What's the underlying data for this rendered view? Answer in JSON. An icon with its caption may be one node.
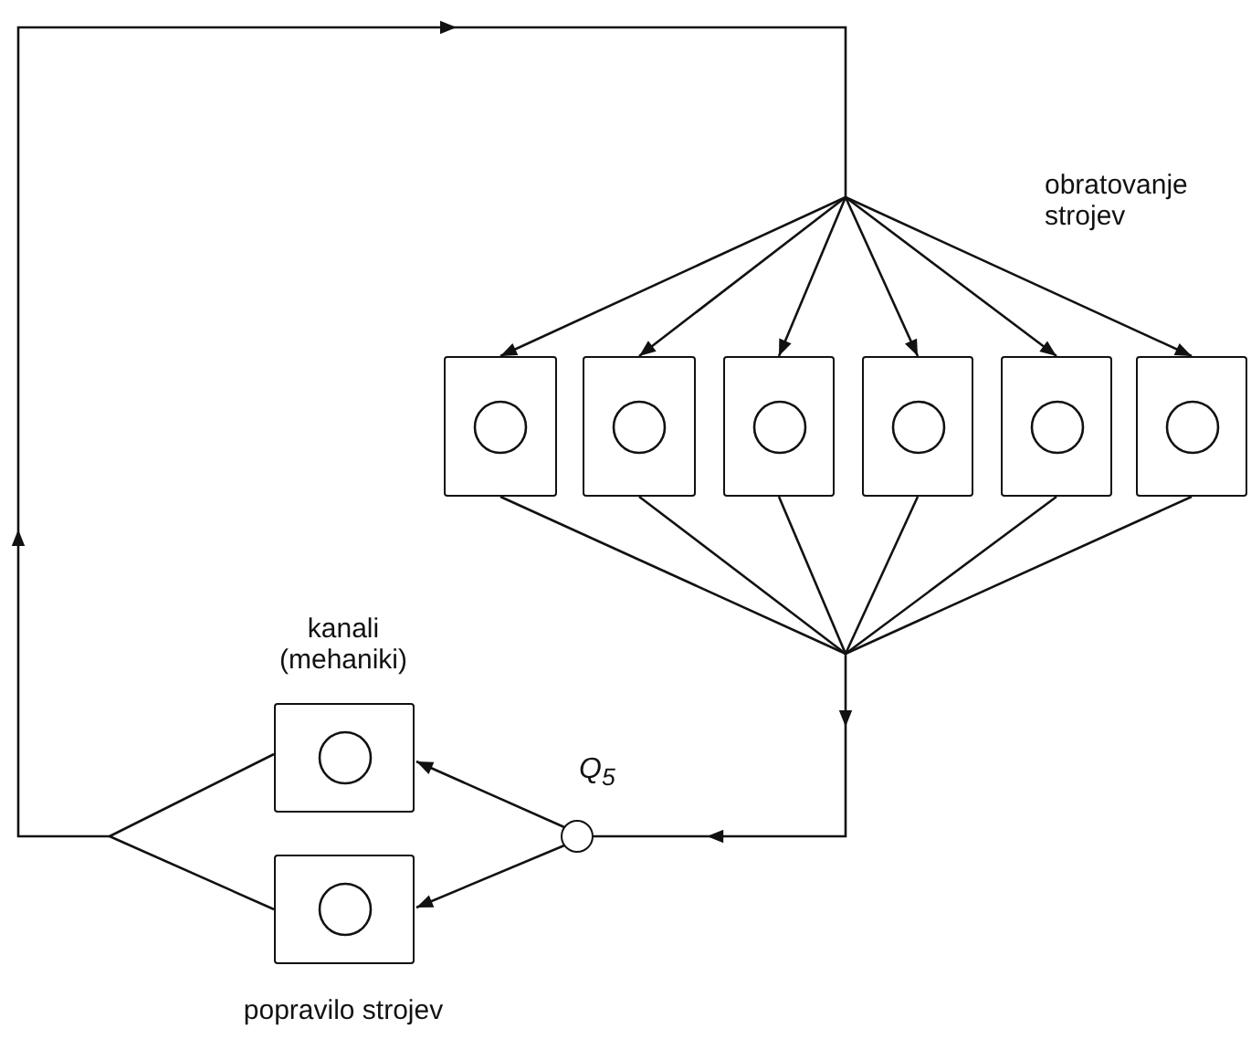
{
  "diagram": {
    "nodes": [
      {
        "text": [],
        "shape": "box"
      },
      {
        "text": [],
        "shape": "box"
      },
      {
        "text": [],
        "shape": "box"
      },
      {
        "text": [],
        "shape": "box"
      },
      {
        "text": [],
        "shape": "box"
      },
      {
        "text": [],
        "shape": "box"
      },
      {
        "text": [],
        "shape": "circle",
        "beside": [
          "Q$_{5}$"
        ]
      },
      {
        "text": [],
        "shape": "box"
      },
      {
        "text": [],
        "shape": "box"
      }
    ],
    "edges": [
      {
        "from": 0,
        "to": 6,
        "arrow": "to"
      },
      {
        "from": 1,
        "to": 6,
        "arrow": "to"
      },
      {
        "from": 2,
        "to": 6,
        "arrow": "to"
      },
      {
        "from": 3,
        "to": 6,
        "arrow": "to"
      },
      {
        "from": 4,
        "to": 6,
        "arrow": "to"
      },
      {
        "from": 5,
        "to": 6,
        "arrow": "to"
      },
      {
        "from": 6,
        "to": 7,
        "arrow": "to"
      },
      {
        "from": 6,
        "to": 8,
        "arrow": "to"
      },
      {
        "from": 7,
        "to": 0,
        "arrow": "to"
      },
      {
        "from": 7,
        "to": 1,
        "arrow": "to"
      },
      {
        "from": 7,
        "to": 2,
        "arrow": "to"
      },
      {
        "from": 7,
        "to": 3,
        "arrow": "to"
      },
      {
        "from": 7,
        "to": 4,
        "arrow": "to"
      },
      {
        "from": 7,
        "to": 5,
        "arrow": "to"
      },
      {
        "from": 8,
        "to": 0,
        "arrow": "to"
      },
      {
        "from": 8,
        "to": 1,
        "arrow": "to"
      },
      {
        "from": 8,
        "to": 2,
        "arrow": "to"
      },
      {
        "from": 8,
        "to": 3,
        "arrow": "to"
      },
      {
        "from": 8,
        "to": 4,
        "arrow": "to"
      },
      {
        "from": 8,
        "to": 5,
        "arrow": "to"
      }
    ],
    "labels": [
      "obratovanje strojev",
      "kanali (mehaniki)",
      "popravilo strojev"
    ]
  }
}
